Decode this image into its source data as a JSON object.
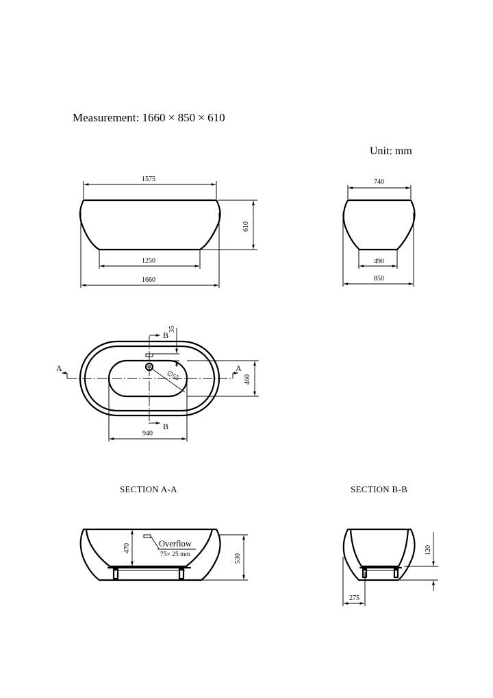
{
  "header": {
    "measurement": "Measurement: 1660 × 850 × 610",
    "unit": "Unit: mm"
  },
  "front_view": {
    "top_width": "1575",
    "bottom_width": "1250",
    "overall_width": "1660",
    "height": "610"
  },
  "side_view": {
    "top_width": "740",
    "bottom_width": "490",
    "overall_width": "850"
  },
  "plan_view": {
    "drain_offset": "35",
    "inner_width": "460",
    "inner_length": "940",
    "drain_diameter": "∅55",
    "section_a": "A",
    "section_b": "B"
  },
  "section_a": {
    "title": "SECTION  A-A",
    "depth": "470",
    "height": "530",
    "overflow_label": "Overflow",
    "overflow_size": "75× 25  mm"
  },
  "section_b": {
    "title": "SECTION  B-B",
    "height": "120",
    "offset": "275"
  }
}
